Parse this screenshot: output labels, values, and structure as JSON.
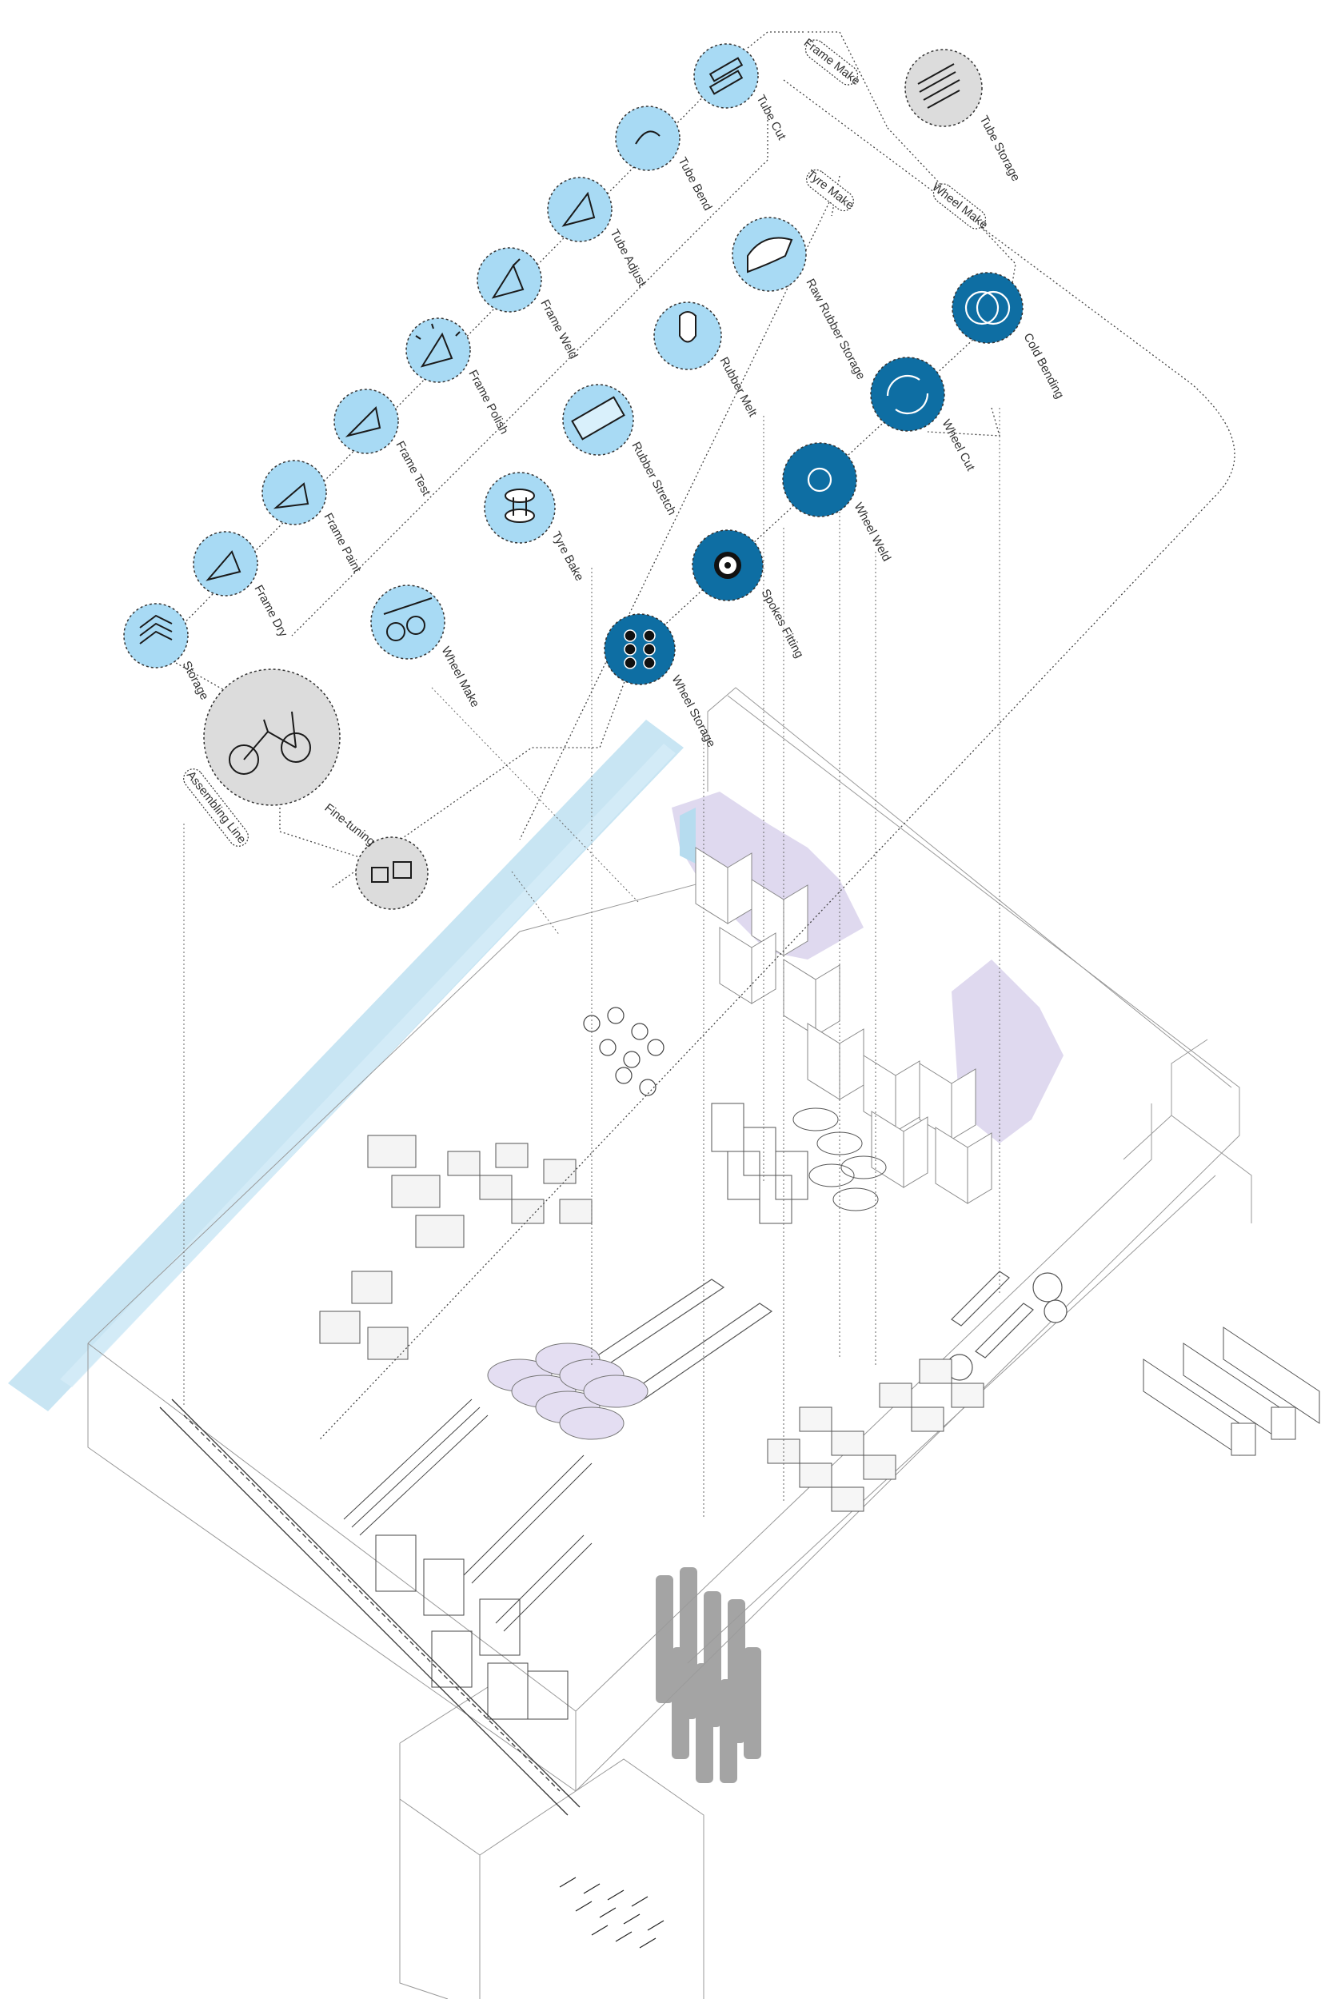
{
  "colors": {
    "light_node": "#a8daf4",
    "dark_node": "#0e6ea3",
    "grey_node": "#dcdcdc",
    "ribbon": "#b6dcef",
    "mountain": "#d9d2ec"
  },
  "nodes": [
    {
      "id": "frame-make",
      "label": "Frame Make",
      "style": "pill"
    },
    {
      "id": "tube-storage",
      "label": "Tube Storage",
      "style": "grey",
      "icon": "tubes-icon"
    },
    {
      "id": "tube-cut",
      "label": "Tube Cut",
      "style": "light",
      "icon": "tube-cut-icon"
    },
    {
      "id": "tube-bend",
      "label": "Tube Bend",
      "style": "light",
      "icon": "tube-bend-icon"
    },
    {
      "id": "tyre-make",
      "label": "Tyre Make",
      "style": "pill"
    },
    {
      "id": "tube-adjust",
      "label": "Tube Adjust",
      "style": "light",
      "icon": "frame-triangle-icon"
    },
    {
      "id": "raw-rubber-storage",
      "label": "Raw Rubber Storage",
      "style": "light",
      "icon": "rubber-block-icon"
    },
    {
      "id": "wheel-make-top",
      "label": "Wheel Make",
      "style": "pill"
    },
    {
      "id": "frame-weld",
      "label": "Frame Weld",
      "style": "light",
      "icon": "frame-weld-icon"
    },
    {
      "id": "cold-bending",
      "label": "Cold Bending",
      "style": "dark",
      "icon": "rings-icon"
    },
    {
      "id": "rubber-melt",
      "label": "Rubber Melt",
      "style": "light",
      "icon": "rubber-melt-icon"
    },
    {
      "id": "frame-polish",
      "label": "Frame Polish",
      "style": "light",
      "icon": "frame-polish-icon"
    },
    {
      "id": "wheel-cut",
      "label": "Wheel Cut",
      "style": "dark",
      "icon": "wheel-cut-icon"
    },
    {
      "id": "rubber-stretch",
      "label": "Rubber Stretch",
      "style": "light",
      "icon": "rubber-sheet-icon"
    },
    {
      "id": "frame-test",
      "label": "Frame Test",
      "style": "light",
      "icon": "frame-test-icon"
    },
    {
      "id": "wheel-weld",
      "label": "Wheel Weld",
      "style": "dark",
      "icon": "ring-icon"
    },
    {
      "id": "tyre-bake",
      "label": "Tyre Bake",
      "style": "light",
      "icon": "tyre-stack-icon"
    },
    {
      "id": "frame-paint",
      "label": "Frame Paint",
      "style": "light",
      "icon": "frame-paint-icon"
    },
    {
      "id": "spokes-fitting",
      "label": "Spokes Fitting",
      "style": "dark",
      "icon": "wheel-spokes-icon"
    },
    {
      "id": "frame-dry",
      "label": "Frame Dry",
      "style": "light",
      "icon": "frame-dry-icon"
    },
    {
      "id": "wheel-make",
      "label": "Wheel Make",
      "style": "light",
      "icon": "axle-wheels-icon"
    },
    {
      "id": "wheel-storage",
      "label": "Wheel Storage",
      "style": "dark",
      "icon": "wheel-grid-icon"
    },
    {
      "id": "storage",
      "label": "Storage",
      "style": "light",
      "icon": "frame-stack-icon"
    },
    {
      "id": "bicycle",
      "label": "",
      "style": "grey",
      "icon": "bicycle-icon"
    },
    {
      "id": "assembling-line",
      "label": "Assembling Line",
      "style": "pill"
    },
    {
      "id": "fine-tuning",
      "label": "Fine-tuning",
      "style": "grey",
      "icon": "boxes-icon"
    }
  ]
}
